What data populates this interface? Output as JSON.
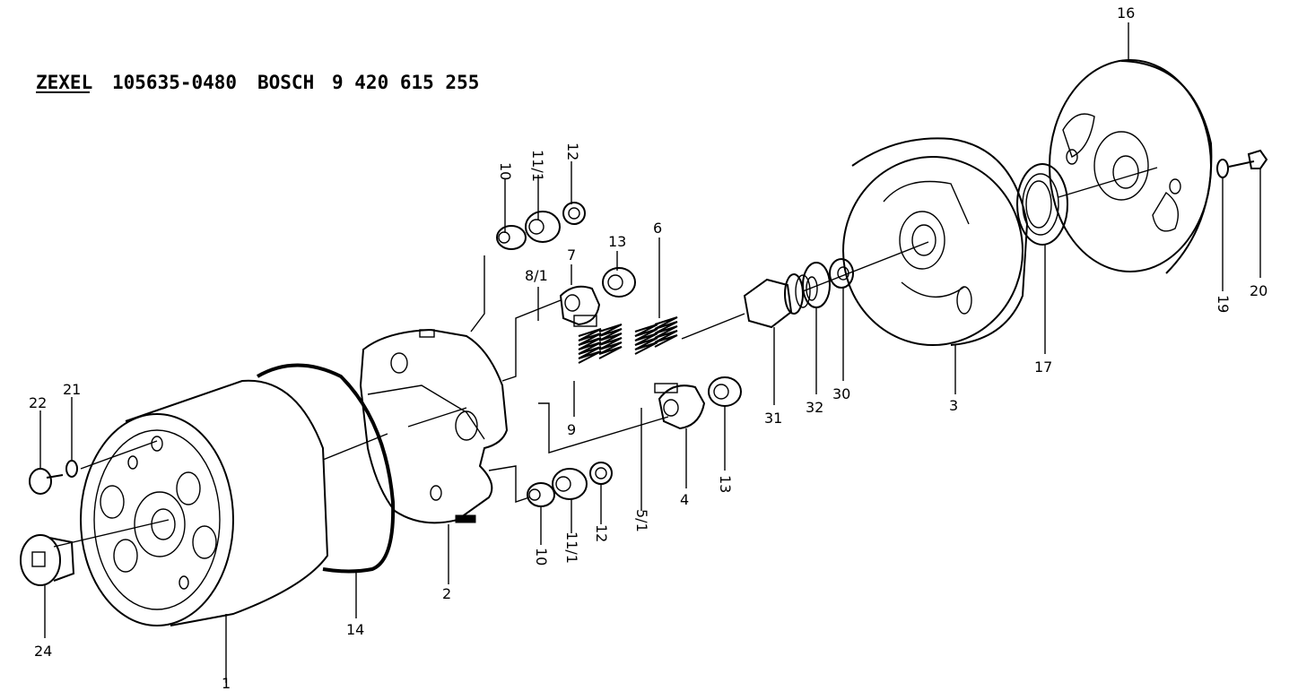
{
  "header": {
    "brand1": "ZEXEL",
    "part1": "105635-0480",
    "brand2": "BOSCH",
    "part2": "9 420 615 255"
  },
  "labels": [
    "16",
    "10",
    "11/1",
    "12",
    "13",
    "6",
    "7",
    "8/1",
    "9",
    "31",
    "32",
    "30",
    "3",
    "17",
    "19",
    "20",
    "22",
    "21",
    "5/1",
    "4",
    "13",
    "10",
    "11/1",
    "12",
    "2",
    "14",
    "24",
    "1"
  ]
}
